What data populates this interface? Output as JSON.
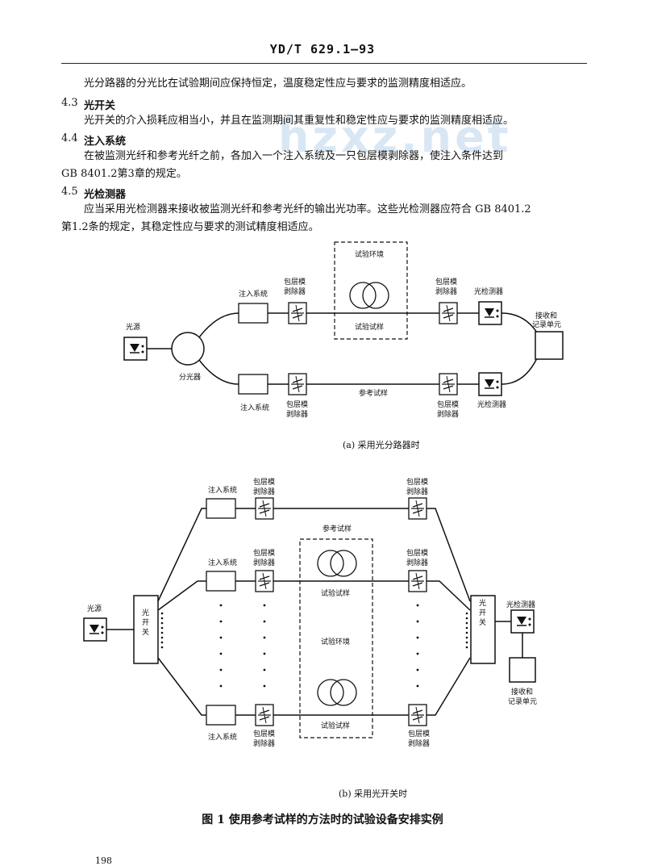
{
  "header": {
    "code": "YD/T 629.1—93"
  },
  "text": {
    "p1": "光分路器的分光比在试验期间应保持恒定，温度稳定性应与要求的监测精度相适应。",
    "s43_num": "4.3",
    "s43_title": "光开关",
    "p2": "光开关的介入损耗应相当小，并且在监测期间其重复性和稳定性应与要求的监测精度相适应。",
    "s44_num": "4.4",
    "s44_title": "注入系统",
    "p3a": "在被监测光纤和参考光纤之前，各加入一个注入系统及一只包层模剥除器，使注入条件达到",
    "p3b": "GB 8401.2第3章的规定。",
    "s45_num": "4.5",
    "s45_title": "光检测器",
    "p4a": "应当采用光检测器来接收被监测光纤和参考光纤的输出光功率。这些光检测器应符合 GB 8401.2",
    "p4b": "第1.2条的规定，其稳定性应与要求的测试精度相适应。"
  },
  "watermark": "hzxz.net",
  "fig_a": {
    "light_source": "光源",
    "splitter": "分光器",
    "injection_top": "注入系统",
    "injection_bottom": "注入系统",
    "stripper1_l1": "包层模",
    "stripper1_l2": "剥除器",
    "stripper2_l1": "包层模",
    "stripper2_l2": "剥除器",
    "stripper3_l1": "包层模",
    "stripper3_l2": "剥除器",
    "stripper4_l1": "包层模",
    "stripper4_l2": "剥除器",
    "test_env": "试验环境",
    "test_sample": "试验试样",
    "ref_sample": "参考试样",
    "detector_top": "光检测器",
    "detector_bottom": "光检测器",
    "recv_l1": "接收和",
    "recv_l2": "记录单元",
    "caption": "(a) 采用光分路器时"
  },
  "fig_b": {
    "light_source": "光源",
    "switch_left_l1": "光",
    "switch_left_l2": "开",
    "switch_left_l3": "关",
    "switch_right_l1": "光",
    "switch_right_l2": "开",
    "switch_right_l3": "关",
    "injection_1": "注入系统",
    "injection_2": "注入系统",
    "injection_3": "注入系统",
    "stripper_l1": "包层模",
    "stripper_l2": "剥除器",
    "ref_sample": "参考试样",
    "test_sample_1": "试验试样",
    "test_env": "试验环境",
    "test_sample_2": "试验试样",
    "detector": "光检测器",
    "recv_l1": "接收和",
    "recv_l2": "记录单元",
    "caption": "(b) 采用光开关时"
  },
  "figure_title": "图 1  使用参考试样的方法时的试验设备安排实例",
  "page_number": "198"
}
